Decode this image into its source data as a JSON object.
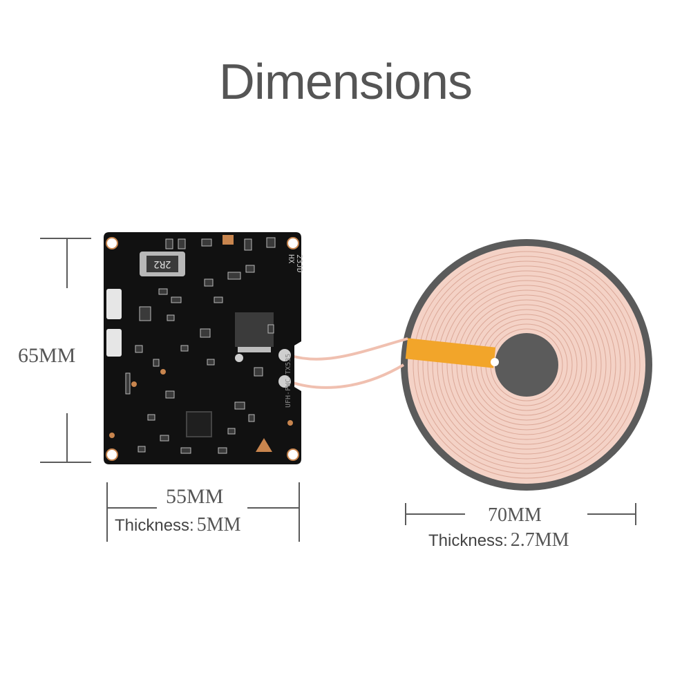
{
  "title": "Dimensions",
  "board": {
    "height_label": "65MM",
    "width_label": "55MM",
    "thickness_label": "Thickness:",
    "thickness_value": "5MM",
    "inductor_marking": "2R2",
    "silk_marking_1": "HX",
    "silk_marking_2": "23JD",
    "model_marking": "UFH-PWC-TX535"
  },
  "coil": {
    "width_label": "70MM",
    "thickness_label": "Thickness:",
    "thickness_value": "2.7MM"
  },
  "colors": {
    "title": "#555555",
    "pcb": "#101010",
    "pad": "#c8854e",
    "coil_base": "#5b5b5b",
    "coil_wire": "#f4d2c6",
    "tape": "#f2a52a"
  }
}
